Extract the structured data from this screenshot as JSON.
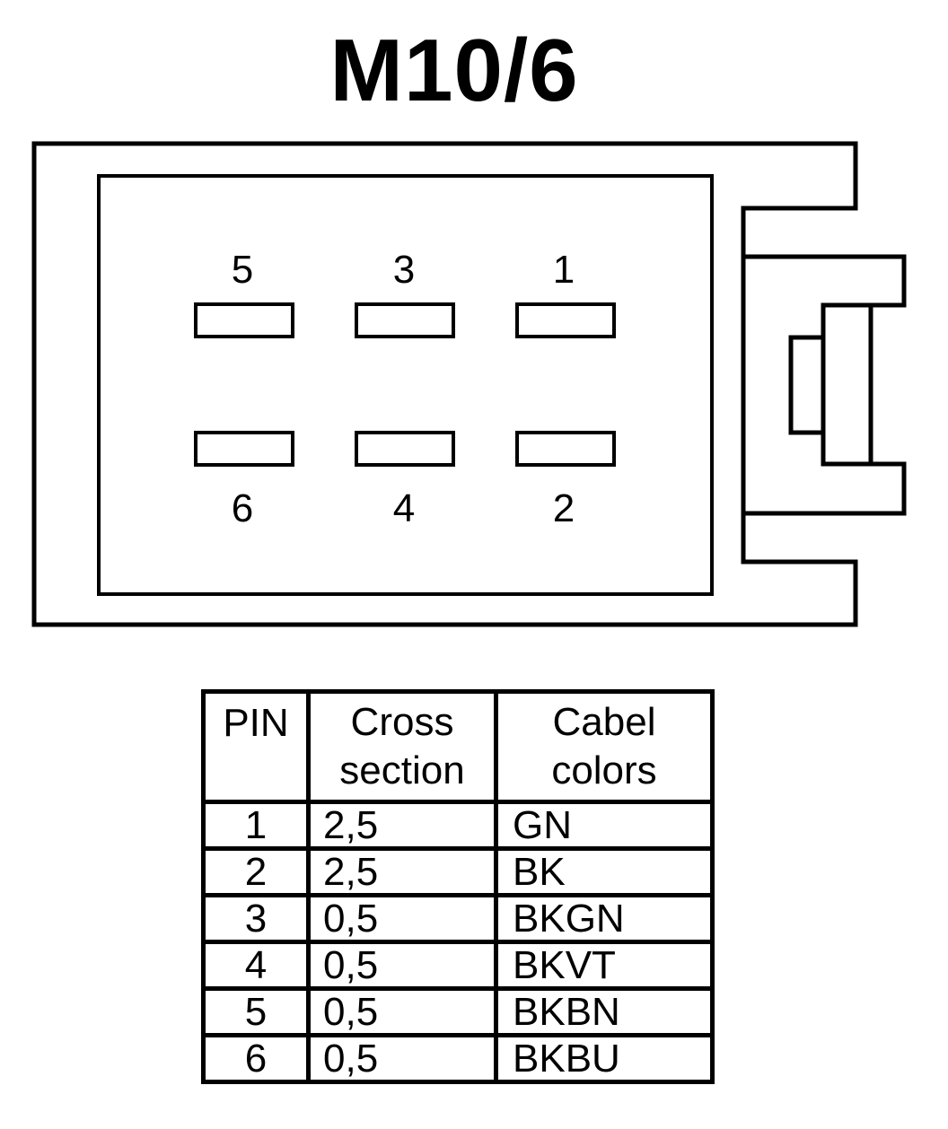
{
  "title": "M10/6",
  "connector": {
    "pin_labels": {
      "p1": "1",
      "p2": "2",
      "p3": "3",
      "p4": "4",
      "p5": "5",
      "p6": "6"
    }
  },
  "table": {
    "headers": {
      "pin": "PIN",
      "cross_line1": "Cross",
      "cross_line2": "section",
      "color_line1": "Cabel",
      "color_line2": "colors"
    },
    "rows": [
      {
        "pin": "1",
        "cross": "2,5",
        "color": "GN"
      },
      {
        "pin": "2",
        "cross": "2,5",
        "color": "BK"
      },
      {
        "pin": "3",
        "cross": "0,5",
        "color": "BKGN"
      },
      {
        "pin": "4",
        "cross": "0,5",
        "color": "BKVT"
      },
      {
        "pin": "5",
        "cross": "0,5",
        "color": "BKBN"
      },
      {
        "pin": "6",
        "cross": "0,5",
        "color": "BKBU"
      }
    ]
  }
}
